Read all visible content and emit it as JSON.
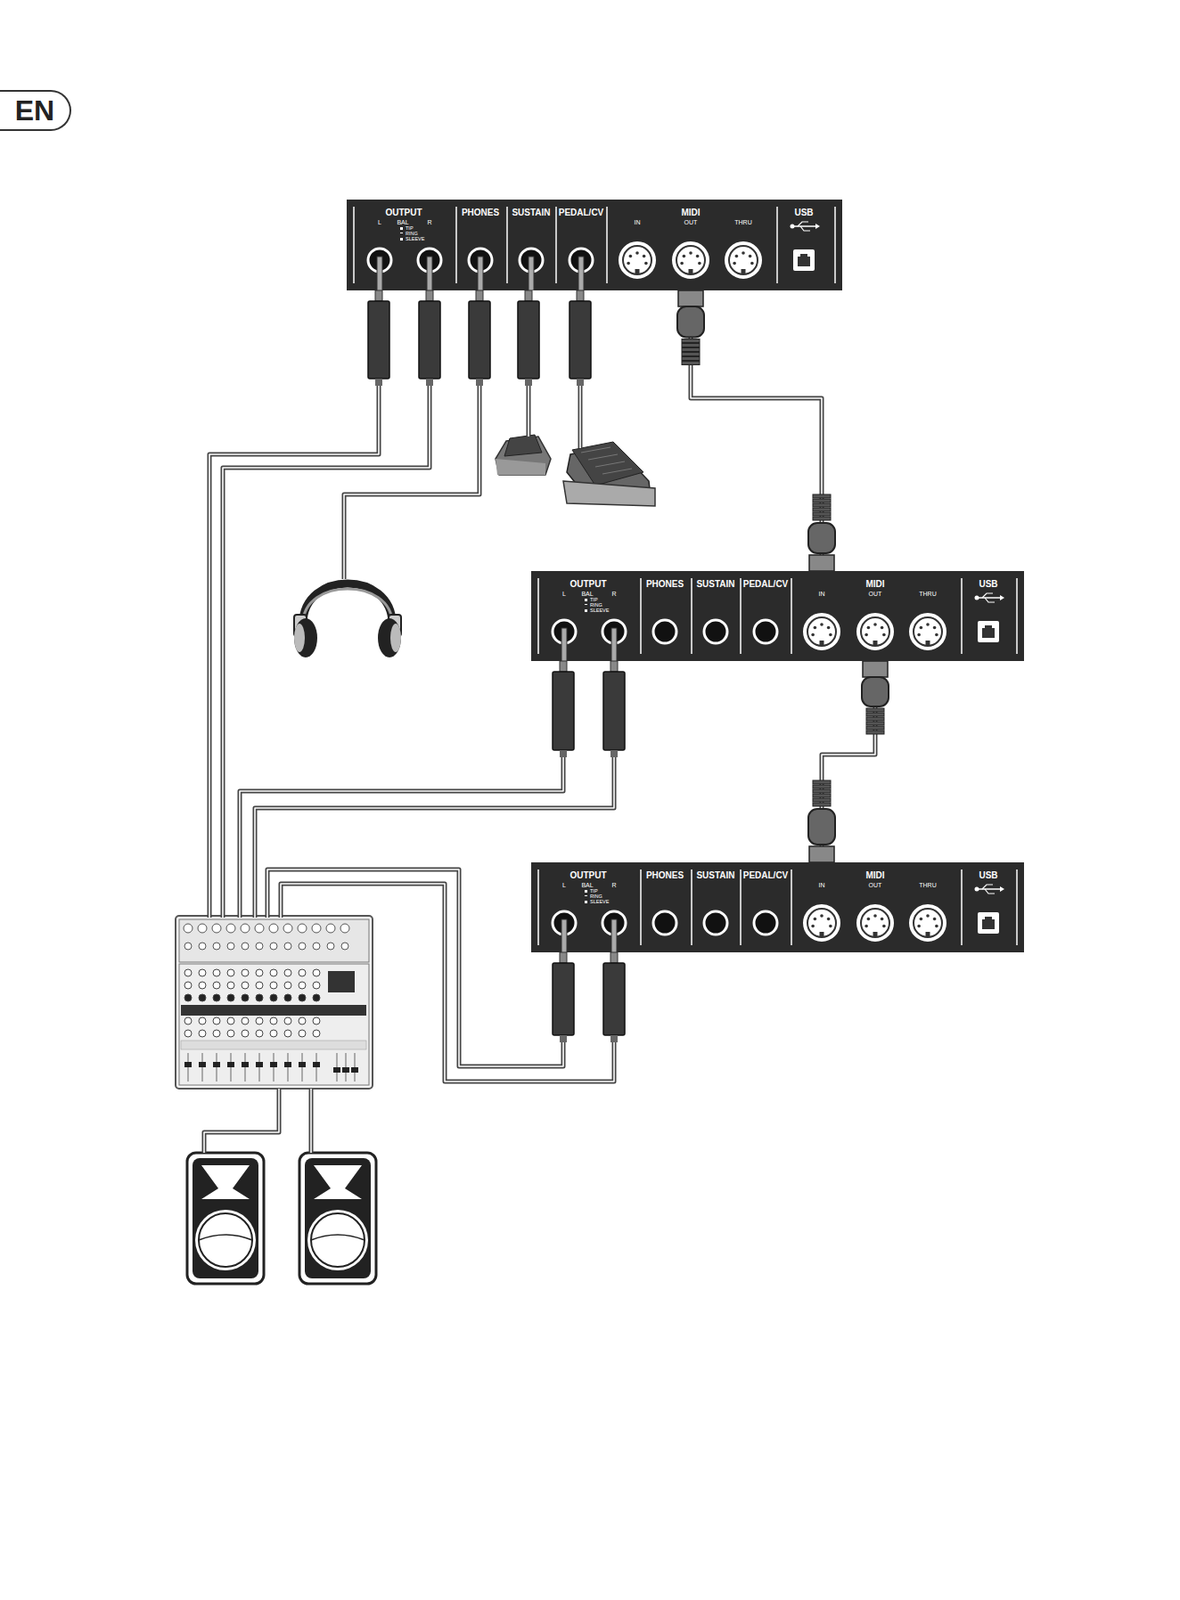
{
  "diagram": {
    "nodes": [
      {
        "text": [
          "EN"
        ]
      },
      {
        "text": [
          "OUTPUT",
          "L",
          "BAL",
          "TIP",
          "RING",
          "SLEEVE",
          "R",
          "PHONES",
          "SUSTAIN",
          "PEDAL/CV",
          "MIDI",
          "IN",
          "OUT",
          "THRU",
          "USB"
        ]
      },
      {
        "text": [
          "OUTPUT",
          "L",
          "BAL",
          "TIP",
          "RING",
          "SLEEVE",
          "R",
          "PHONES",
          "SUSTAIN",
          "PEDAL/CV",
          "MIDI",
          "IN",
          "OUT",
          "THRU",
          "USB"
        ]
      },
      {
        "text": [
          "OUTPUT",
          "L",
          "BAL",
          "TIP",
          "RING",
          "SLEEVE",
          "R",
          "PHONES",
          "SUSTAIN",
          "PEDAL/CV",
          "MIDI",
          "IN",
          "OUT",
          "THRU",
          "USB"
        ]
      }
    ],
    "edges": [
      {
        "from": 1,
        "to": 2,
        "arrow": "none"
      },
      {
        "from": 2,
        "to": 3,
        "arrow": "none"
      }
    ]
  }
}
